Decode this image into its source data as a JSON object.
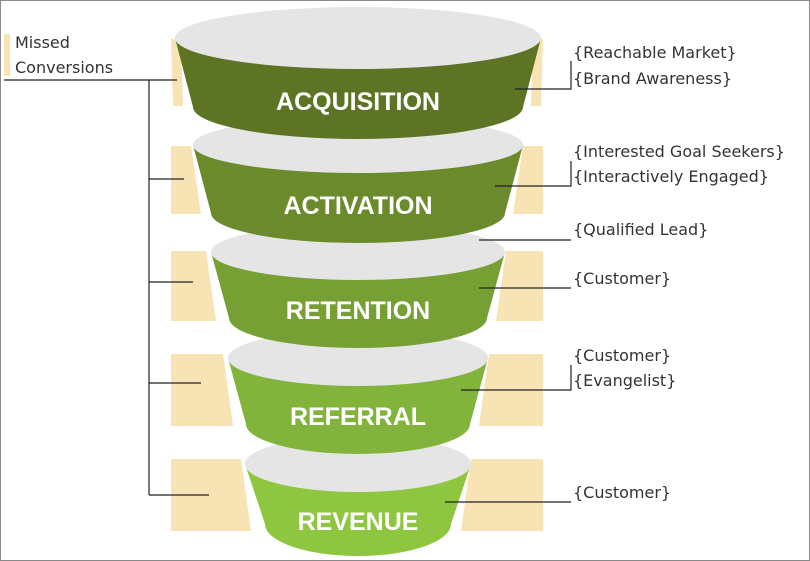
{
  "missed_conversions": {
    "label_line1": "Missed",
    "label_line2": "Conversions"
  },
  "stages": [
    {
      "label": "ACQUISITION",
      "color": "#5d7424",
      "notes": [
        "{Reachable Market}",
        "{Brand Awareness}"
      ]
    },
    {
      "label": "ACTIVATION",
      "color": "#6a8a2c",
      "notes": [
        "{Interested Goal Seekers}",
        "{Interactively Engaged}"
      ]
    },
    {
      "label": "RETENTION",
      "color": "#76a034",
      "notes": [
        "{Customer}"
      ]
    },
    {
      "label": "REFERRAL",
      "color": "#82b43b",
      "notes": [
        "{Customer}",
        "{Evangelist}"
      ]
    },
    {
      "label": "REVENUE",
      "color": "#8ec63f",
      "notes": [
        "{Customer}"
      ]
    }
  ],
  "between_note": "{Qualified Lead}",
  "colors": {
    "rim": "#e5e5e5",
    "side_panel": "#f8e3b4",
    "connector": "#222222"
  }
}
